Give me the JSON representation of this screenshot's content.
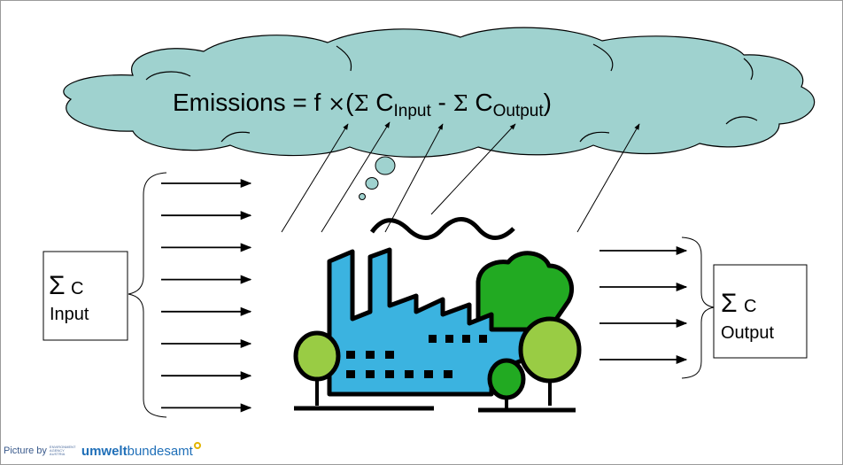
{
  "equation": {
    "lhs": "Emissions = f ",
    "times": "×",
    "open": "(",
    "sigma1": "Σ",
    "c1": " C",
    "sub_input": "Input",
    "minus": " - ",
    "sigma2": "Σ",
    "c2": " C",
    "sub_output": "Output",
    "close": ")"
  },
  "input_box": {
    "sigma": "Σ",
    "c": "C",
    "label": "Input"
  },
  "output_box": {
    "sigma": "Σ",
    "c": "C",
    "label": "Output"
  },
  "input_arrow_count": 8,
  "output_arrow_count": 4,
  "credit": {
    "prefix": "Picture by",
    "agency": "ENVIRONMENT AGENCY AUSTRIA",
    "brand_bold": "umwelt",
    "brand_regular": "bundesamt"
  },
  "colors": {
    "cloud_fill": "#9fd2cf",
    "factory_fill": "#3bb3e0",
    "tree_light": "#99cc44",
    "tree_dark": "#22aa22",
    "outline": "#000000"
  }
}
